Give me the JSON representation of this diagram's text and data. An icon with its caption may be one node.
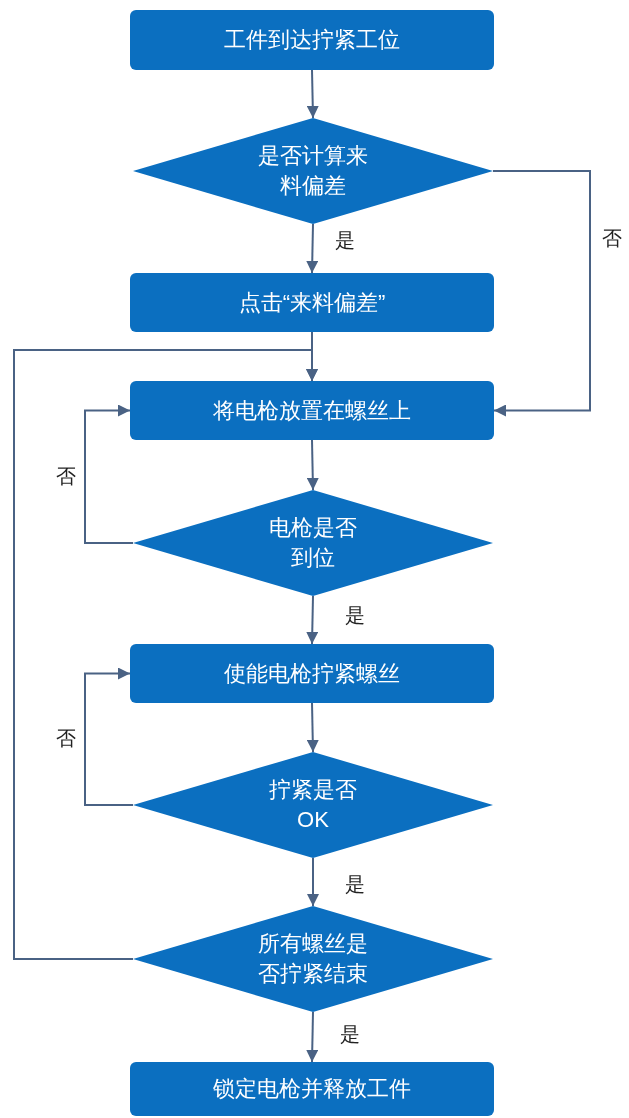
{
  "diagram": {
    "nodes": [
      {
        "text": [
          "工件到达拧紧工位"
        ]
      },
      {
        "text": [
          "是否计算来料偏差"
        ]
      },
      {
        "text": [
          "点击“来料偏差”"
        ]
      },
      {
        "text": [
          "将电枪放置在螺丝上"
        ]
      },
      {
        "text": [
          "电枪是否到位"
        ]
      },
      {
        "text": [
          "使能电枪拧紧螺丝"
        ]
      },
      {
        "text": [
          "拧紧是否OK"
        ]
      },
      {
        "text": [
          "所有螺丝是否拧紧结束"
        ]
      },
      {
        "text": [
          "锁定电枪并释放工件"
        ]
      }
    ],
    "edges": [
      {
        "from": 0,
        "to": 1,
        "arrow": "to"
      },
      {
        "from": 1,
        "to": 2,
        "arrow": "to",
        "label": "是"
      },
      {
        "from": 1,
        "to": 3,
        "arrow": "to",
        "label": "否"
      },
      {
        "from": 2,
        "to": 3,
        "arrow": "to"
      },
      {
        "from": 3,
        "to": 4,
        "arrow": "to"
      },
      {
        "from": 4,
        "to": 3,
        "arrow": "to",
        "label": "否"
      },
      {
        "from": 4,
        "to": 5,
        "arrow": "to",
        "label": "是"
      },
      {
        "from": 5,
        "to": 6,
        "arrow": "to"
      },
      {
        "from": 6,
        "to": 5,
        "arrow": "to",
        "label": "否"
      },
      {
        "from": 6,
        "to": 7,
        "arrow": "to",
        "label": "是"
      },
      {
        "from": 7,
        "to": 3,
        "arrow": "to"
      },
      {
        "from": 7,
        "to": 8,
        "arrow": "to",
        "label": "是"
      }
    ]
  }
}
